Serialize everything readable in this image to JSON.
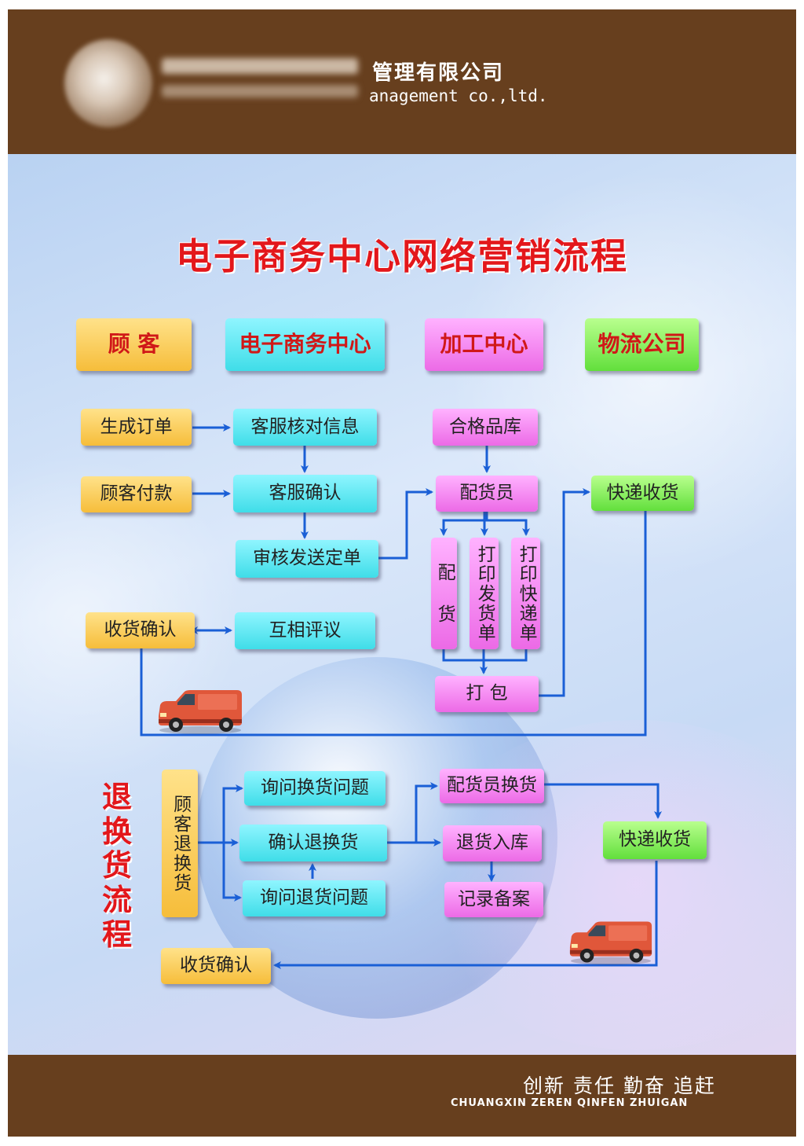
{
  "header": {
    "company_cn": "管理有限公司",
    "company_en": "anagement co.,ltd."
  },
  "title": "电子商务中心网络营销流程",
  "columns": {
    "customer": "顾 客",
    "ecommerce": "电子商务中心",
    "processing": "加工中心",
    "logistics": "物流公司"
  },
  "order_flow": {
    "generate_order": "生成订单",
    "verify_info": "客服核对信息",
    "customer_payment": "顾客付款",
    "cs_confirm": "客服确认",
    "review_send_order": "审核发送定单",
    "receipt_confirm": "收货确认",
    "mutual_review": "互相评议",
    "qualified_warehouse": "合格品库",
    "picker": "配货员",
    "distribute": "配 货",
    "print_invoice": "打印发货单",
    "print_express": "打印快递单",
    "pack": "打 包",
    "express_receive": "快递收货"
  },
  "return_flow": {
    "title": "退换货流程",
    "customer_return": "顾客退换货",
    "ask_exchange": "询问换货问题",
    "confirm_return": "确认退换货",
    "ask_return": "询问退货问题",
    "picker_exchange": "配货员换货",
    "return_warehouse": "退货入库",
    "record": "记录备案",
    "express_receive": "快递收货",
    "receipt_confirm": "收货确认"
  },
  "footer": {
    "slogan_cn": "创新 责任 勤奋 追赶",
    "slogan_en": "CHUANGXIN ZEREN QINFEN ZHUIGAN"
  },
  "colors": {
    "brand_brown": "#673f1e",
    "title_red": "#e3171b",
    "arrow_blue": "#1a5fd6",
    "box_yellow": "#f6bd3a",
    "box_cyan": "#3fdde8",
    "box_magenta": "#ec6ae6",
    "box_green": "#62df3c"
  }
}
